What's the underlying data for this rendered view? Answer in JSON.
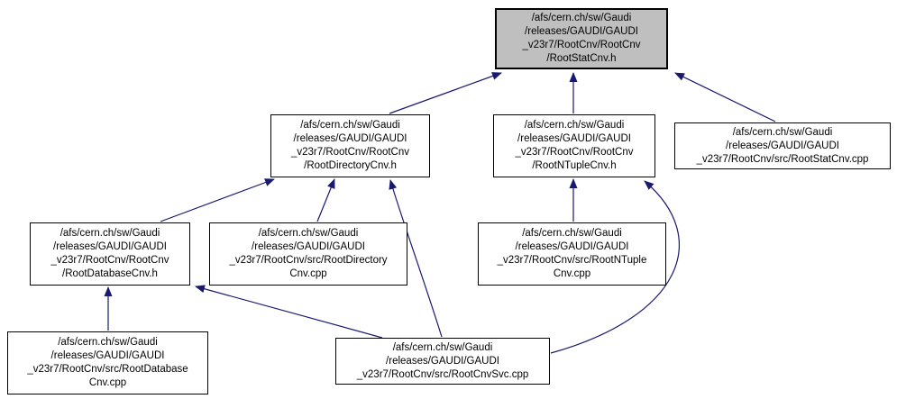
{
  "colors": {
    "background": "#ffffff",
    "edge": "#191970",
    "node_fill": "#ffffff",
    "node_border": "#000000",
    "root_fill": "#bfbfbf",
    "text": "#000000"
  },
  "nodes": [
    {
      "id": "RootStatCnv.h",
      "role": "root",
      "path": "/afs/cern.ch/sw/Gaudi/releases/GAUDI/GAUDI_v23r7/RootCnv/RootCnv/RootStatCnv.h",
      "lines": [
        "/afs/cern.ch/sw/Gaudi",
        "/releases/GAUDI/GAUDI",
        "_v23r7/RootCnv/RootCnv",
        "/RootStatCnv.h"
      ]
    },
    {
      "id": "RootDirectoryCnv.h",
      "role": "node",
      "path": "/afs/cern.ch/sw/Gaudi/releases/GAUDI/GAUDI_v23r7/RootCnv/RootCnv/RootDirectoryCnv.h",
      "lines": [
        "/afs/cern.ch/sw/Gaudi",
        "/releases/GAUDI/GAUDI",
        "_v23r7/RootCnv/RootCnv",
        "/RootDirectoryCnv.h"
      ]
    },
    {
      "id": "RootNTupleCnv.h",
      "role": "node",
      "path": "/afs/cern.ch/sw/Gaudi/releases/GAUDI/GAUDI_v23r7/RootCnv/RootCnv/RootNTupleCnv.h",
      "lines": [
        "/afs/cern.ch/sw/Gaudi",
        "/releases/GAUDI/GAUDI",
        "_v23r7/RootCnv/RootCnv",
        "/RootNTupleCnv.h"
      ]
    },
    {
      "id": "RootStatCnv.cpp",
      "role": "node",
      "path": "/afs/cern.ch/sw/Gaudi/releases/GAUDI/GAUDI_v23r7/RootCnv/src/RootStatCnv.cpp",
      "lines": [
        "/afs/cern.ch/sw/Gaudi",
        "/releases/GAUDI/GAUDI",
        "_v23r7/RootCnv/src/RootStatCnv.cpp"
      ]
    },
    {
      "id": "RootDatabaseCnv.h",
      "role": "node",
      "path": "/afs/cern.ch/sw/Gaudi/releases/GAUDI/GAUDI_v23r7/RootCnv/RootCnv/RootDatabaseCnv.h",
      "lines": [
        "/afs/cern.ch/sw/Gaudi",
        "/releases/GAUDI/GAUDI",
        "_v23r7/RootCnv/RootCnv",
        "/RootDatabaseCnv.h"
      ]
    },
    {
      "id": "RootDirectoryCnv.cpp",
      "role": "node",
      "path": "/afs/cern.ch/sw/Gaudi/releases/GAUDI/GAUDI_v23r7/RootCnv/src/RootDirectoryCnv.cpp",
      "lines": [
        "/afs/cern.ch/sw/Gaudi",
        "/releases/GAUDI/GAUDI",
        "_v23r7/RootCnv/src/RootDirectory",
        "Cnv.cpp"
      ]
    },
    {
      "id": "RootNTupleCnv.cpp",
      "role": "node",
      "path": "/afs/cern.ch/sw/Gaudi/releases/GAUDI/GAUDI_v23r7/RootCnv/src/RootNTupleCnv.cpp",
      "lines": [
        "/afs/cern.ch/sw/Gaudi",
        "/releases/GAUDI/GAUDI",
        "_v23r7/RootCnv/src/RootNTuple",
        "Cnv.cpp"
      ]
    },
    {
      "id": "RootDatabaseCnv.cpp",
      "role": "node",
      "path": "/afs/cern.ch/sw/Gaudi/releases/GAUDI/GAUDI_v23r7/RootCnv/src/RootDatabaseCnv.cpp",
      "lines": [
        "/afs/cern.ch/sw/Gaudi",
        "/releases/GAUDI/GAUDI",
        "_v23r7/RootCnv/src/RootDatabase",
        "Cnv.cpp"
      ]
    },
    {
      "id": "RootCnvSvc.cpp",
      "role": "node",
      "path": "/afs/cern.ch/sw/Gaudi/releases/GAUDI/GAUDI_v23r7/RootCnv/src/RootCnvSvc.cpp",
      "lines": [
        "/afs/cern.ch/sw/Gaudi",
        "/releases/GAUDI/GAUDI",
        "_v23r7/RootCnv/src/RootCnvSvc.cpp"
      ]
    }
  ],
  "edges": [
    {
      "from": "RootDirectoryCnv.h",
      "to": "RootStatCnv.h"
    },
    {
      "from": "RootNTupleCnv.h",
      "to": "RootStatCnv.h"
    },
    {
      "from": "RootStatCnv.cpp",
      "to": "RootStatCnv.h"
    },
    {
      "from": "RootDatabaseCnv.h",
      "to": "RootDirectoryCnv.h"
    },
    {
      "from": "RootDirectoryCnv.cpp",
      "to": "RootDirectoryCnv.h"
    },
    {
      "from": "RootCnvSvc.cpp",
      "to": "RootDirectoryCnv.h"
    },
    {
      "from": "RootNTupleCnv.cpp",
      "to": "RootNTupleCnv.h"
    },
    {
      "from": "RootCnvSvc.cpp",
      "to": "RootNTupleCnv.h"
    },
    {
      "from": "RootDatabaseCnv.cpp",
      "to": "RootDatabaseCnv.h"
    },
    {
      "from": "RootCnvSvc.cpp",
      "to": "RootDatabaseCnv.h"
    }
  ]
}
